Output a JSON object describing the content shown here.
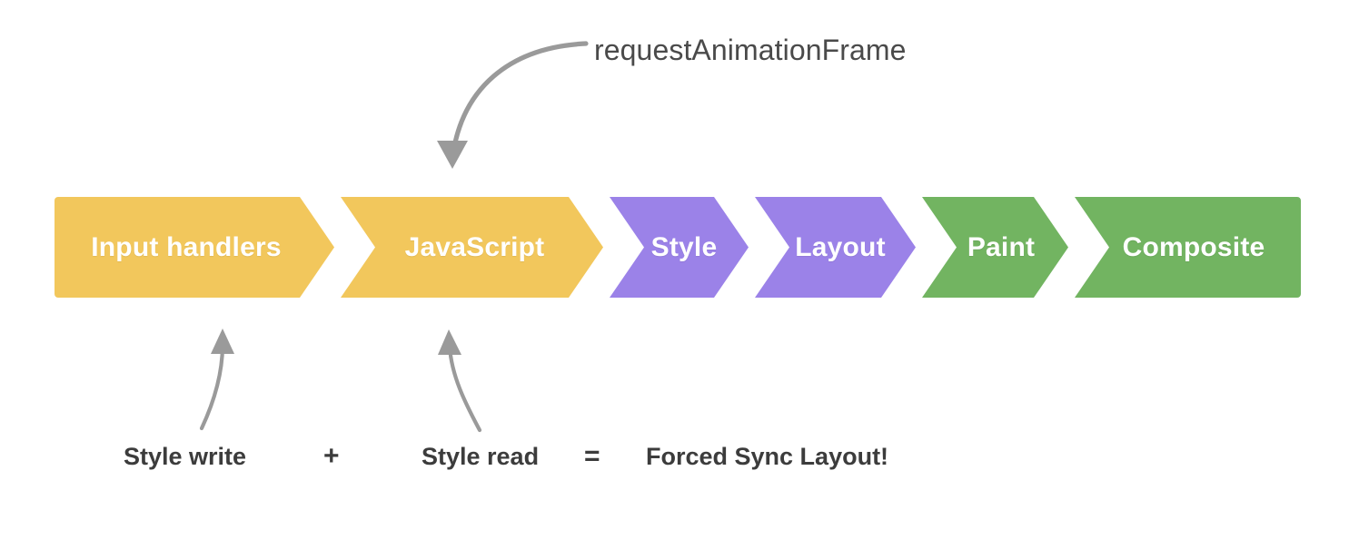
{
  "diagram": {
    "title_annotation": "requestAnimationFrame",
    "colors": {
      "yellow": "#F2C75C",
      "purple": "#9B82E8",
      "green": "#72B461",
      "arrow_gray": "#9a9a9a",
      "text_dark": "#3c3c3c",
      "annotation_gray": "#4a4a4a",
      "segment_text": "#ffffff",
      "background": "#ffffff"
    },
    "pipeline": {
      "segments": [
        {
          "label": "Input handlers",
          "color_key": "yellow"
        },
        {
          "label": "JavaScript",
          "color_key": "yellow"
        },
        {
          "label": "Style",
          "color_key": "purple"
        },
        {
          "label": "Layout",
          "color_key": "purple"
        },
        {
          "label": "Paint",
          "color_key": "green"
        },
        {
          "label": "Composite",
          "color_key": "green"
        }
      ]
    },
    "formula": {
      "term_1": "Style write",
      "operator_1": "+",
      "term_2": "Style read",
      "operator_2": "=",
      "result": "Forced Sync Layout!"
    },
    "arrows": [
      {
        "name": "raf-arrow",
        "from": "requestAnimationFrame label",
        "to": "JavaScript segment"
      },
      {
        "name": "style-write-arrow",
        "from": "Style write label",
        "to": "Input handlers segment"
      },
      {
        "name": "style-read-arrow",
        "from": "Style read label",
        "to": "JavaScript segment"
      }
    ]
  }
}
